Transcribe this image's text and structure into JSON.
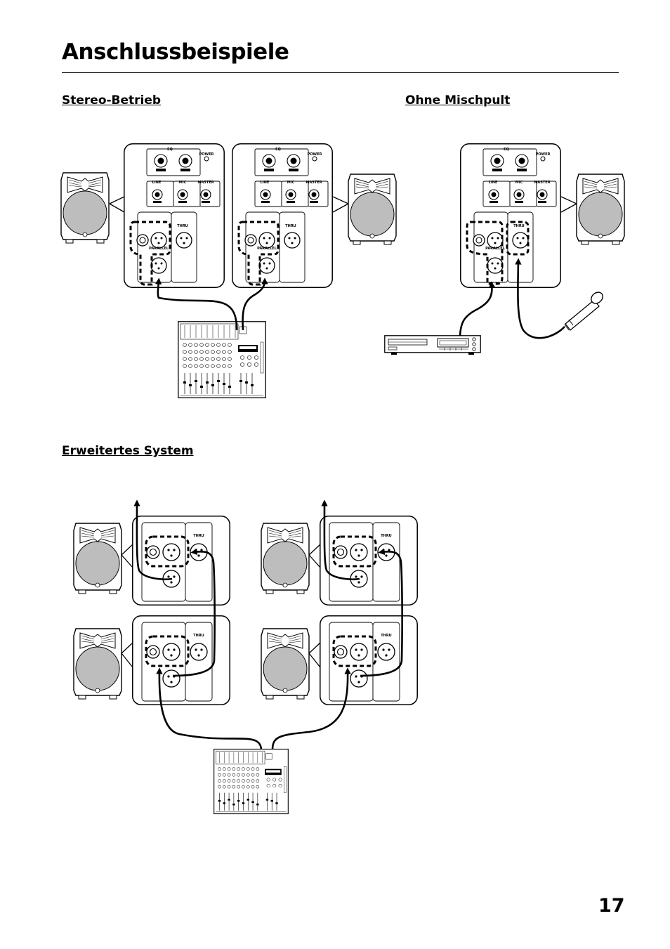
{
  "page": {
    "title": "Anschlussbeispiele",
    "number": "17"
  },
  "sections": {
    "stereo": "Stereo-Betrieb",
    "no_mixer": "Ohne Mischpult",
    "extended": "Erweitertes System"
  },
  "panel_labels": {
    "eq": "EQ",
    "power": "POWER",
    "line": "LINE",
    "mic": "MIC",
    "master": "MASTER",
    "thru": "THRU",
    "parallel": "PARALLEL"
  }
}
